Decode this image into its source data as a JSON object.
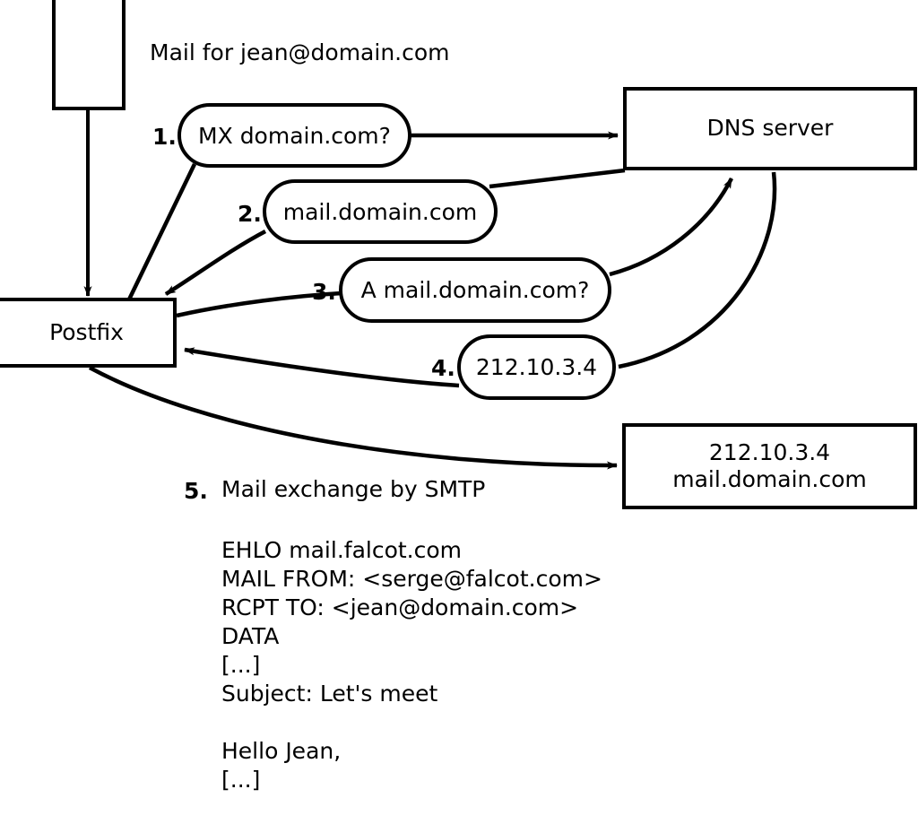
{
  "diagram": {
    "title": "Mail for jean@domain.com",
    "nodes": {
      "client": {
        "label": ""
      },
      "dns_server": {
        "label": "DNS server"
      },
      "postfix": {
        "label": "Postfix"
      },
      "mail_server": {
        "line1": "212.10.3.4",
        "line2": "mail.domain.com"
      }
    },
    "steps": [
      {
        "number": "1.",
        "text": "MX domain.com?"
      },
      {
        "number": "2.",
        "text": "mail.domain.com"
      },
      {
        "number": "3.",
        "text": "A mail.domain.com?"
      },
      {
        "number": "4.",
        "text": "212.10.3.4"
      },
      {
        "number": "5.",
        "text": "Mail exchange by SMTP"
      }
    ],
    "smtp_transcript": [
      "EHLO mail.falcot.com",
      "MAIL FROM: <serge@falcot.com>",
      "RCPT TO: <jean@domain.com>",
      "DATA",
      "[...]",
      "Subject: Let's meet",
      "",
      "Hello Jean,",
      "[...]",
      "",
      "."
    ],
    "colors": {
      "stroke": "#000000",
      "background": "#ffffff"
    }
  }
}
